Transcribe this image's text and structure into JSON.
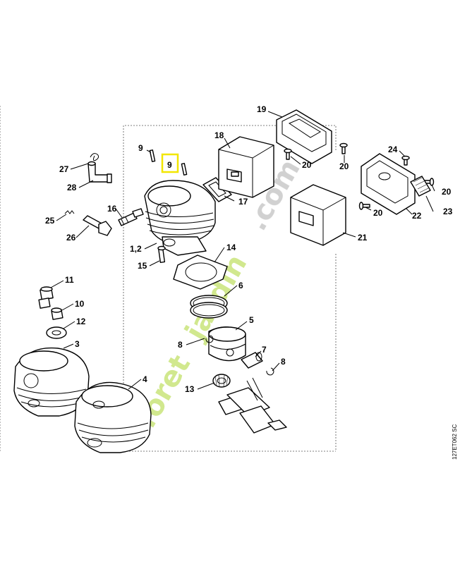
{
  "diagram": {
    "reference_code": "127ET062 SC",
    "watermark": {
      "part1": "foret",
      "part2": "jardin",
      "part3": ".com",
      "color_green": "#c9e47a",
      "color_grey": "#c9c9c9"
    },
    "highlight_color": "#f2e600",
    "callouts": {
      "c1_2": "1,2",
      "c3": "3",
      "c4": "4",
      "c5": "5",
      "c6": "6",
      "c7": "7",
      "c8a": "8",
      "c8b": "8",
      "c9a": "9",
      "c9b": "9",
      "c10": "10",
      "c11": "11",
      "c12": "12",
      "c13": "13",
      "c14": "14",
      "c15": "15",
      "c16": "16",
      "c17": "17",
      "c18": "18",
      "c19": "19",
      "c20a": "20",
      "c20b": "20",
      "c20c": "20",
      "c20d": "20",
      "c21": "21",
      "c22": "22",
      "c23": "23",
      "c24": "24",
      "c25": "25",
      "c26": "26",
      "c27": "27",
      "c28": "28"
    }
  }
}
